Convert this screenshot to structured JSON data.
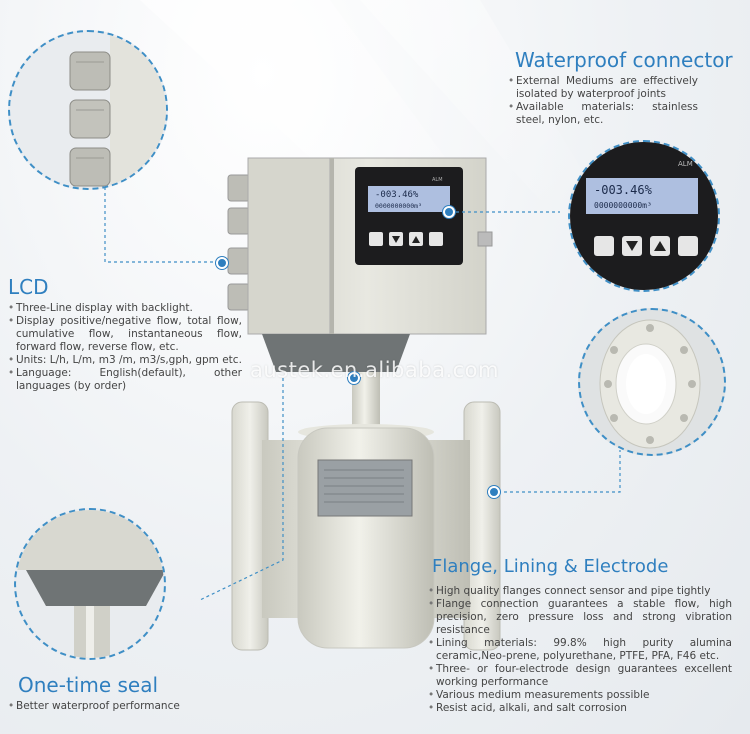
{
  "watermark": "austek.en.alibaba.com",
  "waterproof": {
    "title": "Waterproof connector",
    "bullets": [
      "External Mediums are effectively isolated by waterproof joints",
      "Available materials: stainless steel, nylon, etc."
    ]
  },
  "lcd": {
    "title": "LCD",
    "bullets": [
      "Three-Line display with backlight.",
      "Display positive/negative flow, total flow, cumulative flow, instantaneous flow, forward flow, reverse flow, etc.",
      "Units: L/h, L/m, m3 /m, m3/s,gph, gpm etc.",
      "Language: English(default), other languages (by order)"
    ]
  },
  "flange": {
    "title": "Flange, Lining & Electrode",
    "bullets": [
      "High quality flanges connect sensor and pipe tightly",
      "Flange connection guarantees a stable flow, high precision, zero pressure loss and strong vibration resistance",
      "Lining materials: 99.8% high purity alumina ceramic,Neo-prene, polyurethane, PTFE, PFA, F46 etc.",
      "Three- or four-electrode design guarantees excellent working performance",
      "Various medium measurements possible",
      "Resist acid, alkali, and salt corrosion"
    ]
  },
  "seal": {
    "title": "One-time seal",
    "bullets": [
      "Better waterproof performance"
    ]
  },
  "display": {
    "line1": "-003.46",
    "line1_unit": "%",
    "line2": "0000000000",
    "line2_unit": "m³",
    "alm": "ALM"
  },
  "colors": {
    "accent": "#2f7fbf",
    "body": "#dcdcd2",
    "lcd": "#aebfe0"
  }
}
